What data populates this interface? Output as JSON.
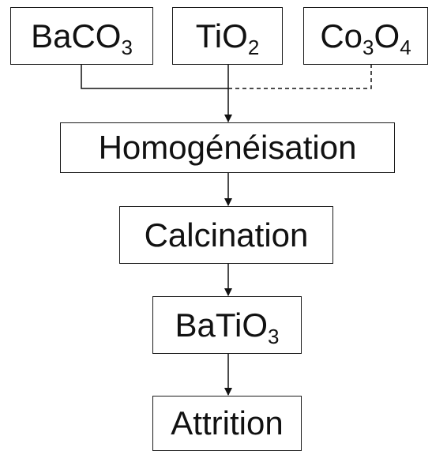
{
  "diagram": {
    "inputs": [
      {
        "main": "BaCO",
        "sub": "3",
        "tail": ""
      },
      {
        "main": "TiO",
        "sub": "2",
        "tail": ""
      },
      {
        "main": "Co",
        "sub": "3",
        "tail": "O",
        "sub2": "4"
      }
    ],
    "steps": {
      "homogenisation": "Homogénéisation",
      "calcination": "Calcination",
      "product": {
        "main": "BaTiO",
        "sub": "3"
      },
      "attrition": "Attrition"
    }
  }
}
